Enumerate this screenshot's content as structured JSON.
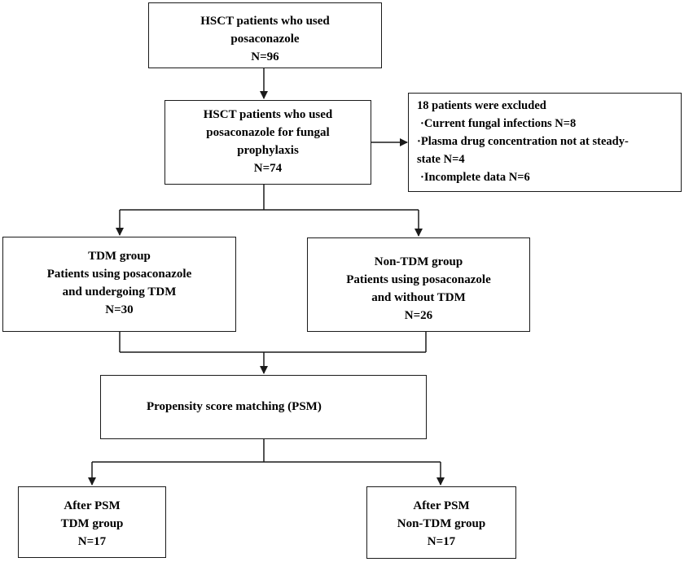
{
  "flowchart": {
    "box1": {
      "lines": [
        "HSCT  patients  who  used",
        "posaconazole",
        "N=96"
      ]
    },
    "box2": {
      "lines": [
        "HSCT  patients  who  used",
        "posaconazole  for  fungal",
        "prophylaxis",
        "N=74"
      ]
    },
    "excluded": {
      "lines": [
        "18  patients  were  excluded",
        "·Current  fungal  infections   N=8",
        "·Plasma  drug  concentration  not  at steady-",
        "state  N=4",
        "·Incomplete data    N=6"
      ]
    },
    "tdm_group": {
      "lines": [
        "TDM  group",
        "Patients  using  posaconazole",
        "and  undergoing  TDM",
        "N=30"
      ]
    },
    "non_tdm_group": {
      "lines": [
        "Non-TDM   group",
        "Patients  using  posaconazole",
        "and  without  TDM",
        "N=26"
      ]
    },
    "psm": {
      "text": "Propensity score matching (PSM)"
    },
    "after_tdm": {
      "lines": [
        "After  PSM",
        "TDM  group",
        "N=17"
      ]
    },
    "after_non_tdm": {
      "lines": [
        "After  PSM",
        "Non-TDM  group",
        "N=17"
      ]
    }
  }
}
